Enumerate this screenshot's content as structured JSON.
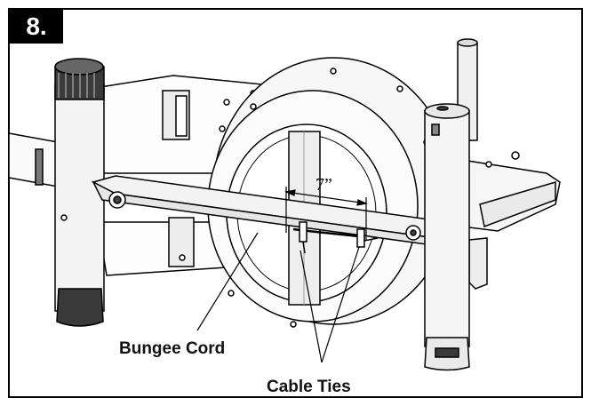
{
  "step": {
    "number": "8."
  },
  "measurement": {
    "text": "7”"
  },
  "labels": {
    "bungee_cord": "Bungee Cord",
    "cable_ties": "Cable Ties"
  },
  "colors": {
    "line": "#000000",
    "fill_light": "#f2f2f2",
    "fill_mid": "#d9d9d9",
    "fill_dark": "#3a3a3a"
  }
}
